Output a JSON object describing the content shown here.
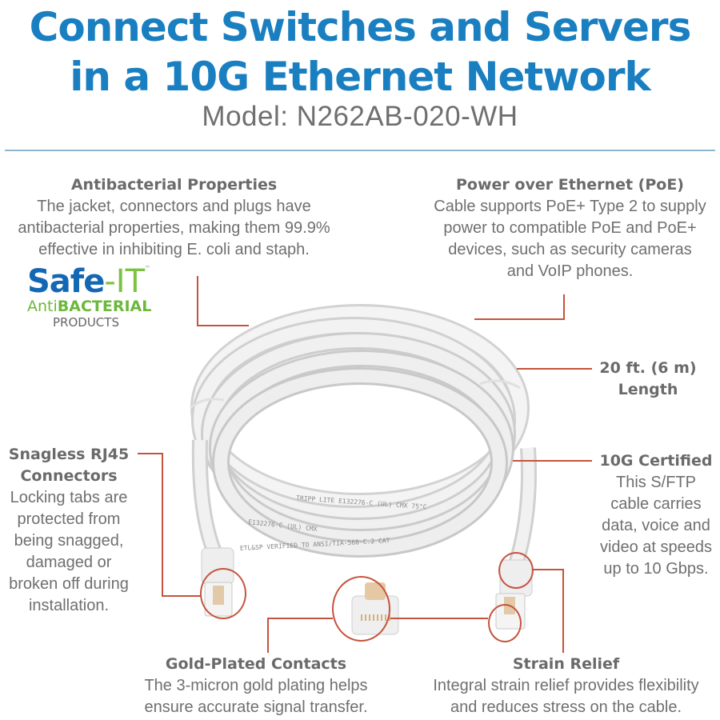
{
  "header": {
    "title_line1": "Connect Switches and Servers",
    "title_line2": "in a 10G Ethernet Network",
    "model": "Model: N262AB-020-WH"
  },
  "logo": {
    "brand_main": "Safe",
    "brand_dash_it": "-IT",
    "trademark": "™",
    "anti_prefix": "Anti",
    "anti_bold": "BACTERIAL",
    "products": "PRODUCTS"
  },
  "features": {
    "antibacterial": {
      "heading": "Antibacterial Properties",
      "lines": [
        "The jacket, connectors and plugs have",
        "antibacterial properties, making them 99.9%",
        "effective in inhibiting E. coli and staph."
      ]
    },
    "poe": {
      "heading": "Power over Ethernet (PoE)",
      "lines": [
        "Cable supports PoE+ Type 2 to supply",
        "power to compatible PoE and PoE+",
        "devices, such as security cameras",
        "and VoIP phones."
      ]
    },
    "length": {
      "heading_lines": [
        "20 ft. (6 m)",
        "Length"
      ]
    },
    "certified": {
      "heading": "10G Certified",
      "lines": [
        "This S/FTP",
        "cable carries",
        "data, voice and",
        "video at speeds",
        "up to 10 Gbps."
      ]
    },
    "snagless": {
      "heading_lines": [
        "Snagless RJ45",
        "Connectors"
      ],
      "lines": [
        "Locking tabs are",
        "protected from",
        "being snagged,",
        "damaged or",
        "broken off during",
        "installation."
      ]
    },
    "gold": {
      "heading": "Gold-Plated Contacts",
      "lines": [
        "The 3-micron gold plating helps",
        "ensure accurate signal transfer."
      ]
    },
    "strain": {
      "heading": "Strain Relief",
      "lines": [
        "Integral strain relief provides flexibility",
        "and reduces stress on the cable."
      ]
    }
  },
  "cable_print": {
    "line1": "TRIPP LITE   E132276-C (UL) CMX 75°C",
    "line2": "E132276-C (UL) CMX",
    "line3": "ETL&SP VERIFIED TO ANSI/TIA-568-C.2 CAT"
  },
  "colors": {
    "title_blue": "#1a7fc1",
    "leader_red": "#c5543e",
    "text_gray": "#6f6f6f",
    "divider": "#8fb6cf",
    "logo_blue": "#1468b3",
    "logo_green": "#7cc242"
  }
}
